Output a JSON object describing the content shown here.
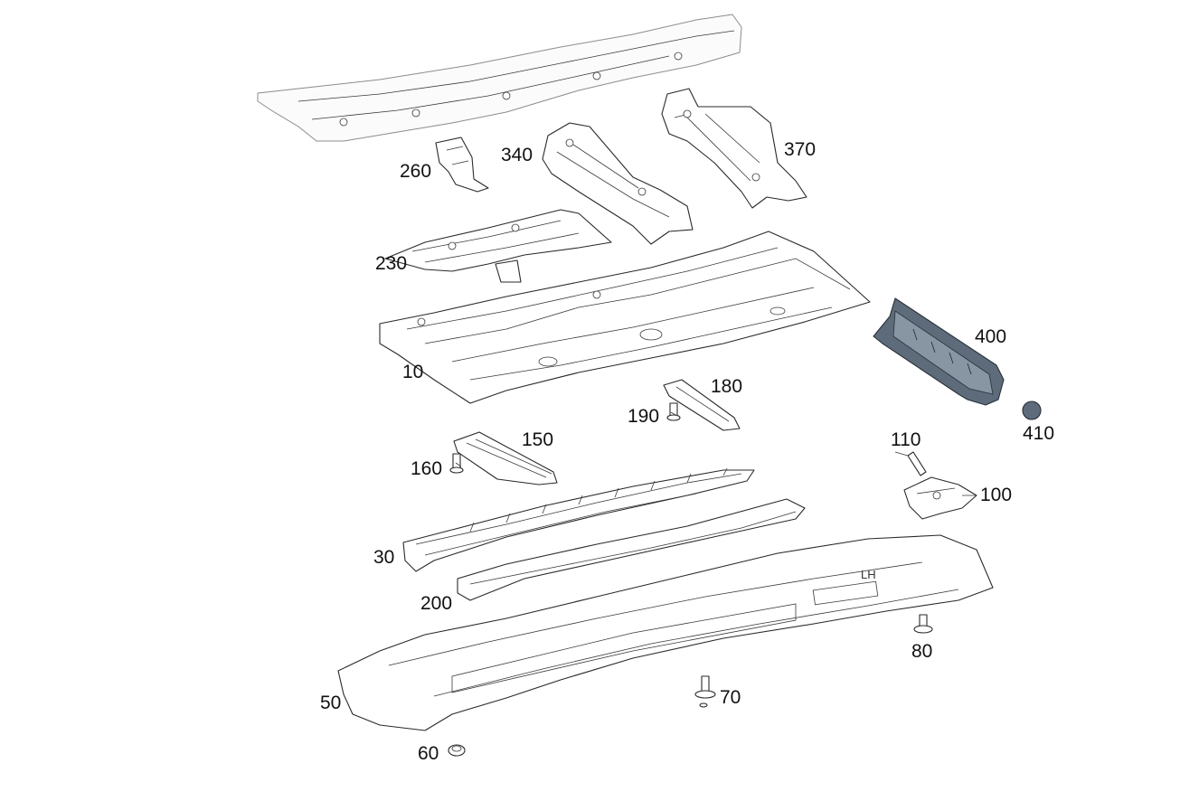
{
  "diagram": {
    "callouts": [
      {
        "id": "10",
        "label": "10"
      },
      {
        "id": "30",
        "label": "30"
      },
      {
        "id": "50",
        "label": "50"
      },
      {
        "id": "60",
        "label": "60"
      },
      {
        "id": "70",
        "label": "70"
      },
      {
        "id": "80",
        "label": "80"
      },
      {
        "id": "100",
        "label": "100"
      },
      {
        "id": "110",
        "label": "110"
      },
      {
        "id": "150",
        "label": "150"
      },
      {
        "id": "160",
        "label": "160"
      },
      {
        "id": "180",
        "label": "180"
      },
      {
        "id": "190",
        "label": "190"
      },
      {
        "id": "200",
        "label": "200"
      },
      {
        "id": "230",
        "label": "230"
      },
      {
        "id": "260",
        "label": "260"
      },
      {
        "id": "340",
        "label": "340"
      },
      {
        "id": "370",
        "label": "370"
      },
      {
        "id": "400",
        "label": "400"
      },
      {
        "id": "410",
        "label": "410"
      }
    ],
    "highlight_color": "#5d6b7a",
    "underbody_marking": "LH"
  }
}
